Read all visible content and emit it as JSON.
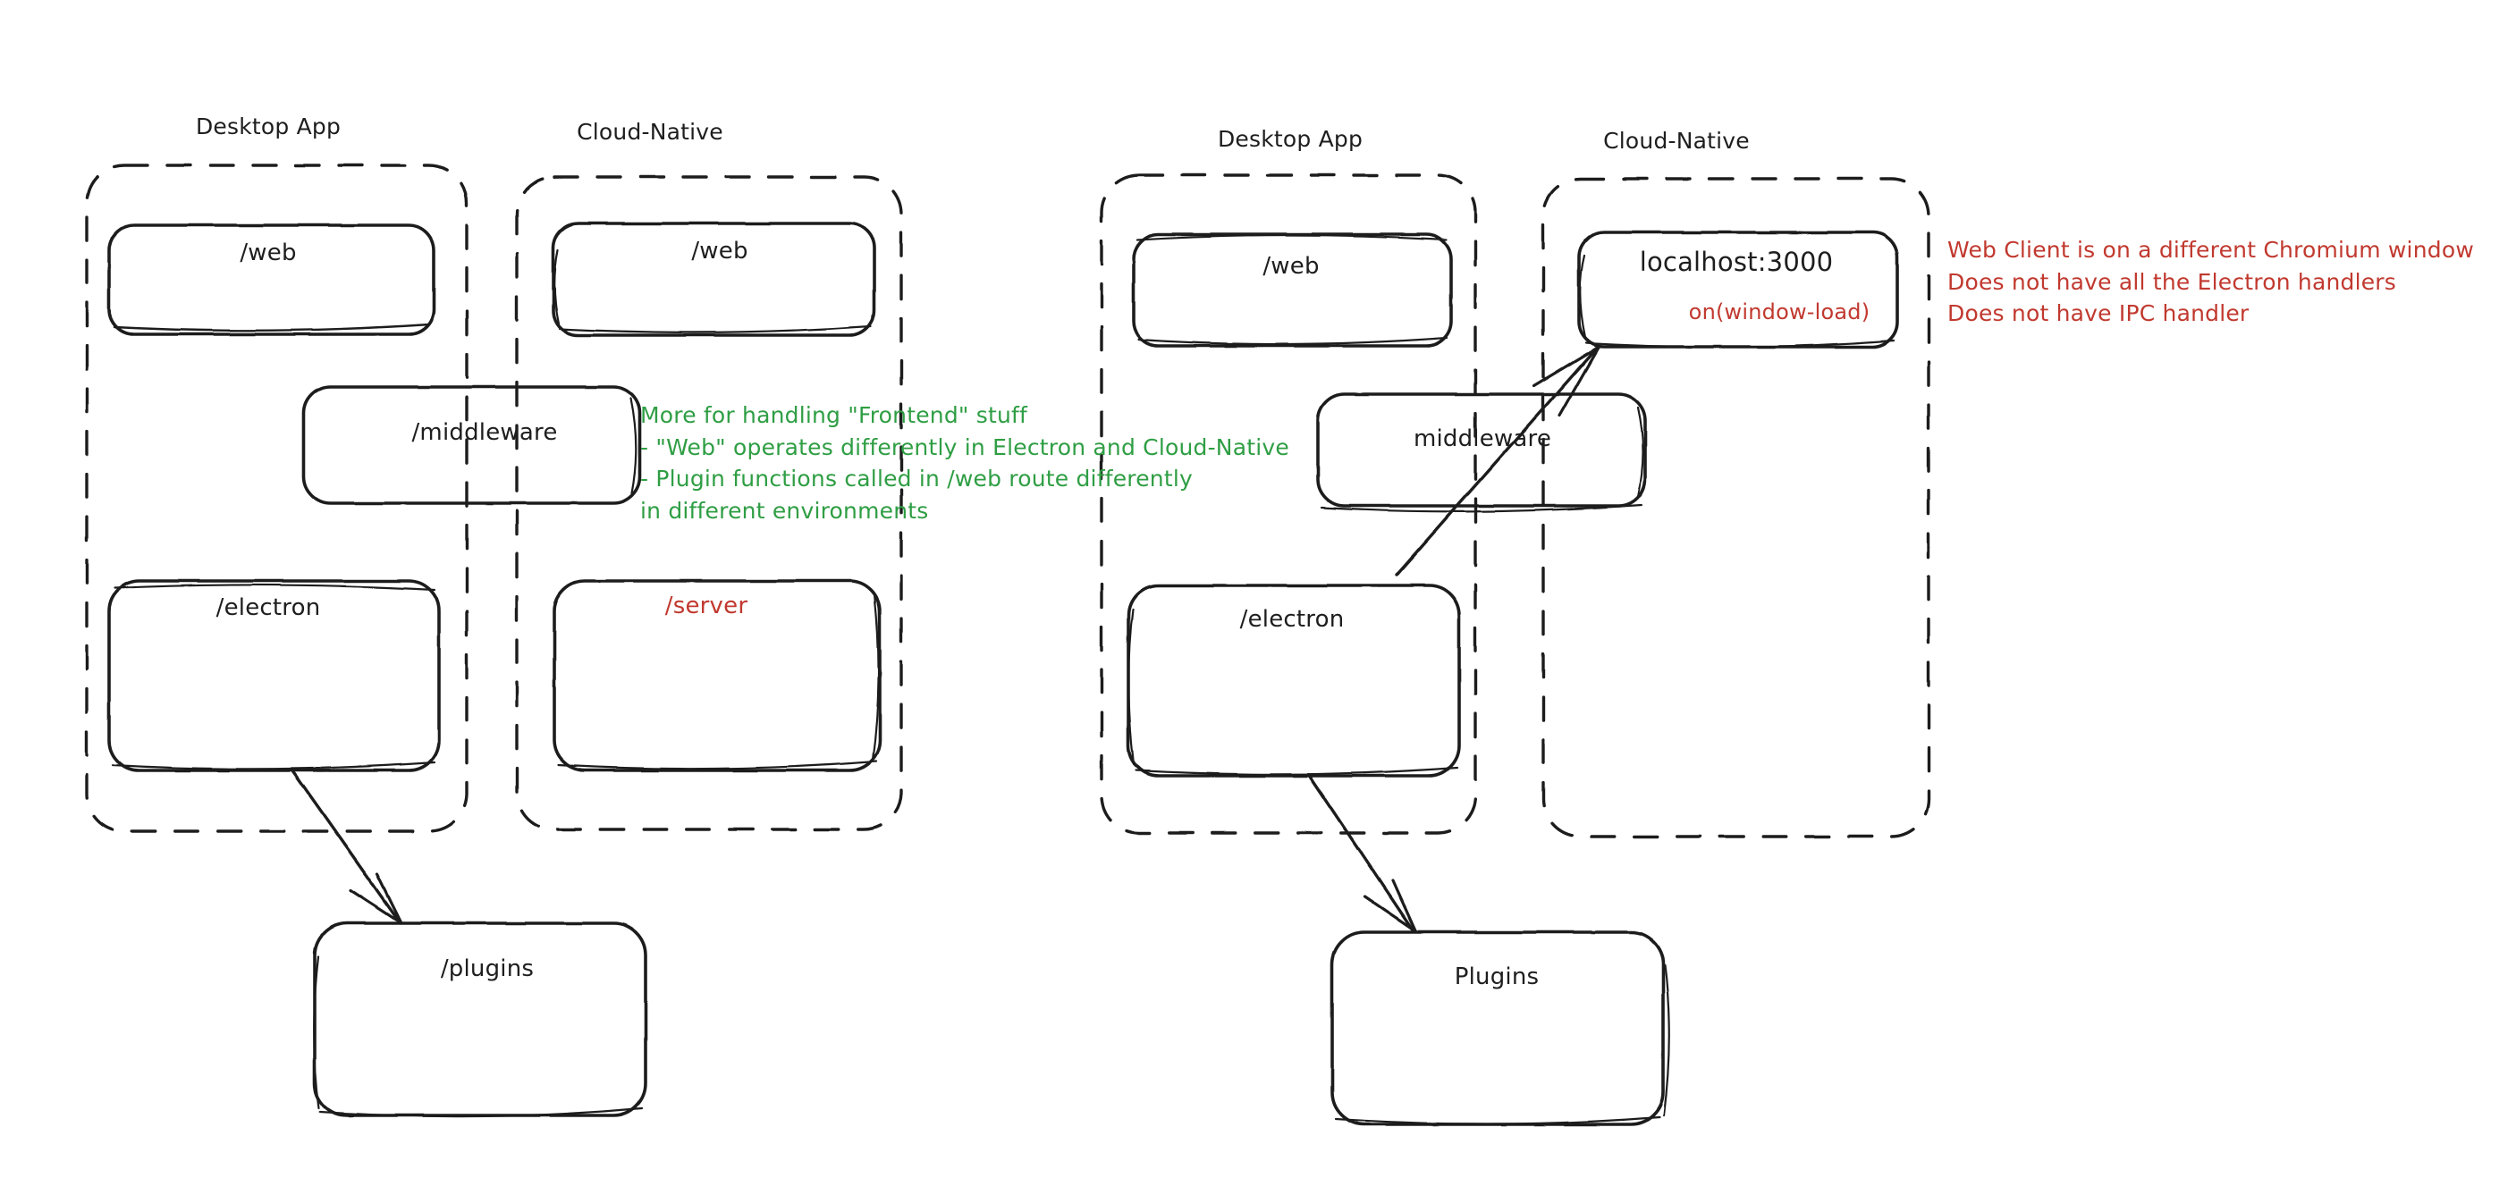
{
  "diagram": {
    "title": "Electron Desktop App vs Cloud-Native architecture comparison",
    "background": "#ffffff",
    "ink_color": "#1e1e1e",
    "accent_green": "#2f9e44",
    "accent_red": "#c1392f"
  },
  "left_diagram": {
    "groups": [
      {
        "id": "left-desktop",
        "label": "Desktop App"
      },
      {
        "id": "left-cloud",
        "label": "Cloud-Native"
      }
    ],
    "nodes": [
      {
        "id": "left-desktop-web",
        "label": "/web",
        "color": "ink"
      },
      {
        "id": "left-cloud-web",
        "label": "/web",
        "color": "ink"
      },
      {
        "id": "left-middleware",
        "label": "/middleware",
        "color": "ink"
      },
      {
        "id": "left-electron",
        "label": "/electron",
        "color": "ink"
      },
      {
        "id": "left-server",
        "label": "/server",
        "color": "red"
      },
      {
        "id": "left-plugins",
        "label": "/plugins",
        "color": "ink"
      }
    ],
    "annotation_green": "More for handling \"Frontend\" stuff\n- \"Web\" operates differently in Electron and Cloud-Native\n- Plugin functions called in /web route differently\nin different environments",
    "edges": [
      {
        "from": "left-electron",
        "to": "left-plugins",
        "style": "arrow"
      }
    ]
  },
  "right_diagram": {
    "groups": [
      {
        "id": "right-desktop",
        "label": "Desktop App"
      },
      {
        "id": "right-cloud",
        "label": "Cloud-Native"
      }
    ],
    "nodes": [
      {
        "id": "right-desktop-web",
        "label": "/web",
        "color": "ink"
      },
      {
        "id": "right-localhost",
        "label": "localhost:3000",
        "sublabel": "on(window-load)",
        "color": "ink",
        "sublabel_color": "red"
      },
      {
        "id": "right-middleware",
        "label": "middleware",
        "color": "ink"
      },
      {
        "id": "right-electron",
        "label": "/electron",
        "color": "ink"
      },
      {
        "id": "right-plugins",
        "label": "Plugins",
        "color": "ink"
      }
    ],
    "annotation_red": "Web Client is on a different Chromium window\nDoes not have all the Electron handlers\nDoes not have IPC handler",
    "edges": [
      {
        "from": "right-electron",
        "to": "right-localhost",
        "style": "arrow"
      },
      {
        "from": "right-electron",
        "to": "right-plugins",
        "style": "arrow"
      }
    ]
  }
}
